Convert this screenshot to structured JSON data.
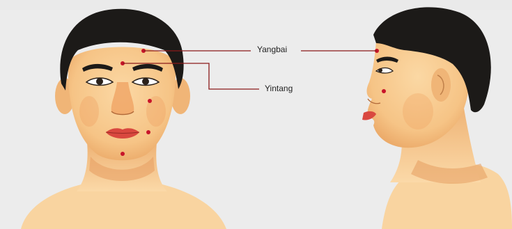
{
  "labels": {
    "yangbai": "Yangbai",
    "yintang": "Yintang"
  },
  "colors": {
    "background": "#ececec",
    "skin": "#f8cc92",
    "skin_shadow": "#e9a86b",
    "hair": "#1c1a18",
    "lips": "#d9483f",
    "acupoint": "#c8142a",
    "leader_line": "#8a1a1a"
  },
  "icons": [
    "front-face-illustration",
    "side-profile-illustration",
    "acupoint-marker"
  ]
}
